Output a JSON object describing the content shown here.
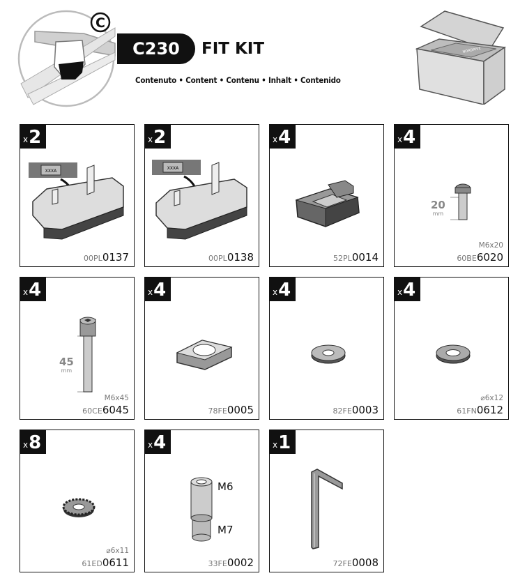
{
  "header": {
    "variant_letter": "C",
    "kit_code": "C230",
    "kit_title": "FIT KIT",
    "languages": "Contenuto • Content • Contenu • Inhalt • Contenido",
    "box_brand": "NORDRIVE"
  },
  "parts": [
    {
      "qty_prefix": "x",
      "qty": "2",
      "pn_prefix": "00PL",
      "pn": "0137",
      "spec": "",
      "inner_label": "XXXA",
      "icon": "foot-pad-icon"
    },
    {
      "qty_prefix": "x",
      "qty": "2",
      "pn_prefix": "00PL",
      "pn": "0138",
      "spec": "",
      "inner_label": "XXXA",
      "icon": "foot-pad-icon"
    },
    {
      "qty_prefix": "x",
      "qty": "4",
      "pn_prefix": "52PL",
      "pn": "0014",
      "spec": "",
      "icon": "rubber-block-icon"
    },
    {
      "qty_prefix": "x",
      "qty": "4",
      "pn_prefix": "60BE",
      "pn": "6020",
      "spec": "M6x20",
      "dim": "20",
      "dim_unit": "mm",
      "icon": "button-head-screw-icon"
    },
    {
      "qty_prefix": "x",
      "qty": "4",
      "pn_prefix": "60CE",
      "pn": "6045",
      "spec": "M6x45",
      "dim": "45",
      "dim_unit": "mm",
      "icon": "socket-head-bolt-icon"
    },
    {
      "qty_prefix": "x",
      "qty": "4",
      "pn_prefix": "78FE",
      "pn": "0005",
      "spec": "",
      "icon": "square-spacer-icon"
    },
    {
      "qty_prefix": "x",
      "qty": "4",
      "pn_prefix": "82FE",
      "pn": "0003",
      "spec": "",
      "icon": "washer-icon"
    },
    {
      "qty_prefix": "x",
      "qty": "4",
      "pn_prefix": "61FN",
      "pn": "0612",
      "spec": "⌀6x12",
      "icon": "flat-washer-icon"
    },
    {
      "qty_prefix": "x",
      "qty": "8",
      "pn_prefix": "61ED",
      "pn": "0611",
      "spec": "⌀6x11",
      "icon": "serrated-washer-icon"
    },
    {
      "qty_prefix": "x",
      "qty": "4",
      "pn_prefix": "33FE",
      "pn": "0002",
      "spec": "",
      "label_top": "M6",
      "label_bottom": "M7",
      "icon": "thread-adapter-icon"
    },
    {
      "qty_prefix": "x",
      "qty": "1",
      "pn_prefix": "72FE",
      "pn": "0008",
      "spec": "",
      "icon": "allen-key-icon"
    }
  ]
}
